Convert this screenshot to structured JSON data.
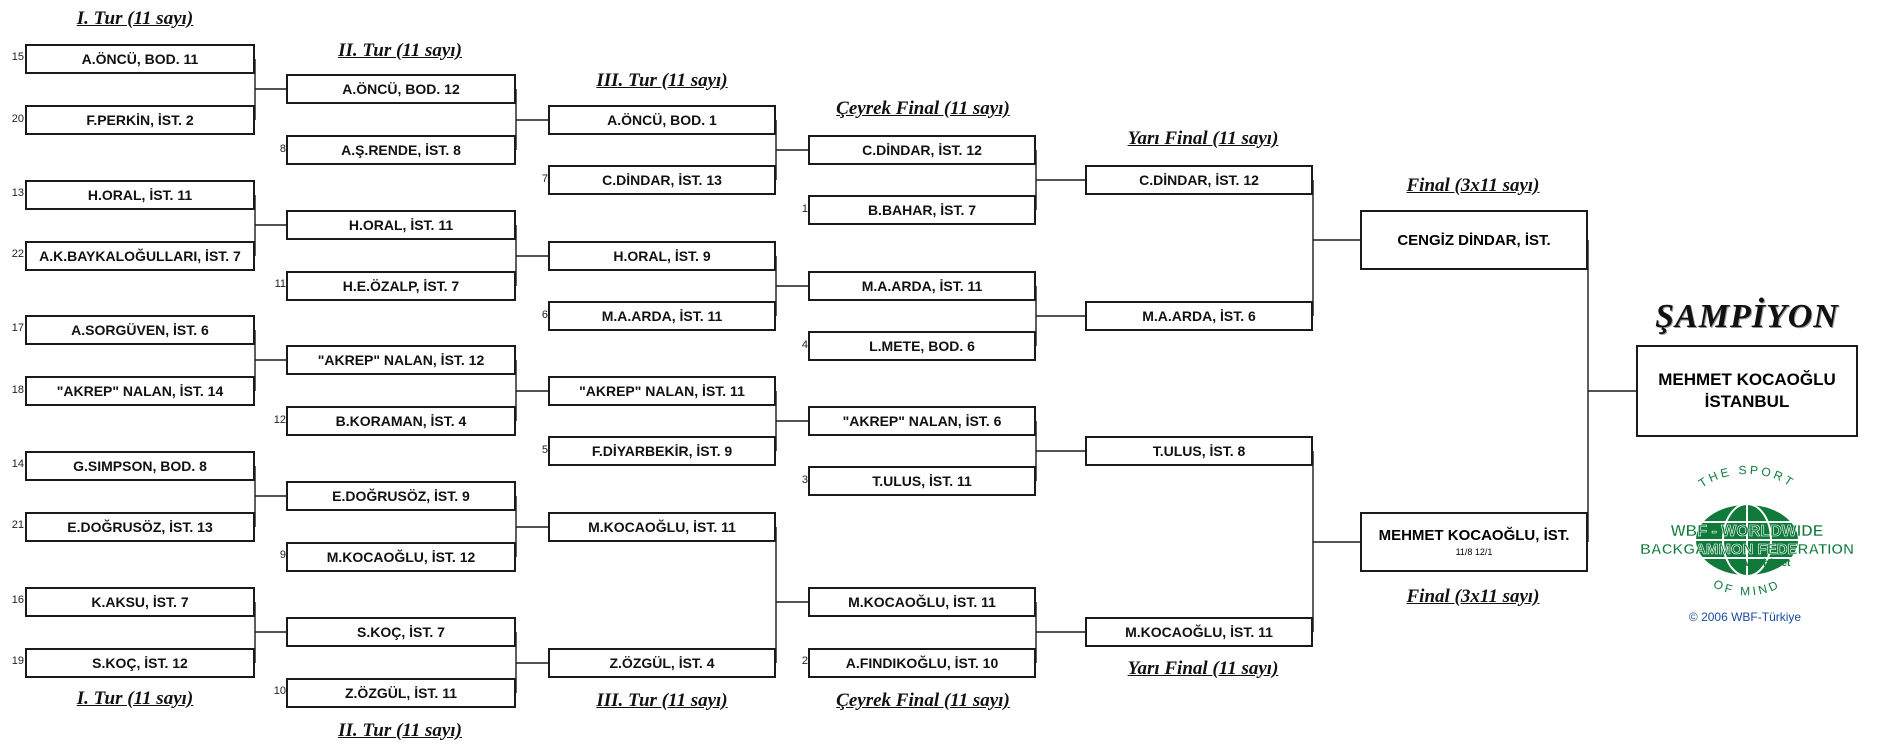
{
  "headers": {
    "r1": "I. Tur (11 sayı)",
    "r2": "II. Tur (11 sayı)",
    "r3": "III. Tur (11 sayı)",
    "qf": "Çeyrek Final (11 sayı)",
    "sf": "Yarı Final (11 sayı)",
    "final": "Final (3x11 sayı)"
  },
  "round1": [
    {
      "seed": "15",
      "text": "A.ÖNCÜ, BOD.  11"
    },
    {
      "seed": "20",
      "text": "F.PERKİN, İST.  2"
    },
    {
      "seed": "13",
      "text": "H.ORAL, İST.  11"
    },
    {
      "seed": "22",
      "text": "A.K.BAYKALOĞULLARI, İST.  7"
    },
    {
      "seed": "17",
      "text": "A.SORGÜVEN, İST.  6"
    },
    {
      "seed": "18",
      "text": "\"AKREP\" NALAN, İST.  14"
    },
    {
      "seed": "14",
      "text": "G.SIMPSON, BOD.  8"
    },
    {
      "seed": "21",
      "text": "E.DOĞRUSÖZ, İST.  13"
    },
    {
      "seed": "16",
      "text": "K.AKSU, İST.  7"
    },
    {
      "seed": "19",
      "text": "S.KOÇ, İST.  12"
    }
  ],
  "round2": [
    {
      "seed": "",
      "text": "A.ÖNCÜ, BOD.  12"
    },
    {
      "seed": "8",
      "text": "A.Ş.RENDE, İST.  8"
    },
    {
      "seed": "",
      "text": "H.ORAL, İST.  11"
    },
    {
      "seed": "11",
      "text": "H.E.ÖZALP, İST.  7"
    },
    {
      "seed": "",
      "text": "\"AKREP\" NALAN, İST.  12"
    },
    {
      "seed": "12",
      "text": "B.KORAMAN, İST.  4"
    },
    {
      "seed": "",
      "text": "E.DOĞRUSÖZ, İST.  9"
    },
    {
      "seed": "9",
      "text": "M.KOCAOĞLU, İST.  12"
    },
    {
      "seed": "",
      "text": "S.KOÇ, İST.  7"
    },
    {
      "seed": "10",
      "text": "Z.ÖZGÜL, İST.  11"
    }
  ],
  "round3": [
    {
      "seed": "",
      "text": "A.ÖNCÜ, BOD.  1"
    },
    {
      "seed": "7",
      "text": "C.DİNDAR, İST.  13"
    },
    {
      "seed": "",
      "text": "H.ORAL, İST.  9"
    },
    {
      "seed": "6",
      "text": "M.A.ARDA, İST.  11"
    },
    {
      "seed": "",
      "text": "\"AKREP\" NALAN, İST.  11"
    },
    {
      "seed": "5",
      "text": "F.DİYARBEKİR, İST.  9"
    },
    {
      "seed": "",
      "text": "M.KOCAOĞLU, İST.  11"
    },
    {
      "seed": "",
      "text": "Z.ÖZGÜL, İST.  4"
    }
  ],
  "quarter": [
    {
      "seed": "",
      "text": "C.DİNDAR, İST.  12"
    },
    {
      "seed": "1",
      "text": "B.BAHAR, İST.  7"
    },
    {
      "seed": "",
      "text": "M.A.ARDA, İST.  11"
    },
    {
      "seed": "4",
      "text": "L.METE, BOD.  6"
    },
    {
      "seed": "",
      "text": "\"AKREP\" NALAN, İST.  6"
    },
    {
      "seed": "3",
      "text": "T.ULUS, İST.  11"
    },
    {
      "seed": "",
      "text": "M.KOCAOĞLU, İST.  11"
    },
    {
      "seed": "2",
      "text": "A.FINDIKOĞLU, İST.  10"
    }
  ],
  "semi": [
    {
      "text": "C.DİNDAR, İST.  12"
    },
    {
      "text": "M.A.ARDA, İST.  6"
    },
    {
      "text": "T.ULUS, İST.  8"
    },
    {
      "text": "M.KOCAOĞLU, İST.  11"
    }
  ],
  "final": [
    {
      "text": "CENGİZ DİNDAR, İST.",
      "note": ""
    },
    {
      "text": "MEHMET KOCAOĞLU, İST.",
      "note": "11/8  12/1"
    }
  ],
  "champion": {
    "title": "ŞAMPİYON",
    "line1": "MEHMET KOCAOĞLU",
    "line2": "İSTANBUL"
  },
  "logo": {
    "top_arc": "THE SPORT",
    "bottom_arc": "OF MIND",
    "name1": "WBF - WORLDWIDE",
    "name2": "BACKGAMMON FEDERATION",
    "url": "www.wbf.net",
    "copyright": "© 2006 WBF-Türkiye",
    "green": "#0f7a3a",
    "blue": "#1a4aa0"
  }
}
